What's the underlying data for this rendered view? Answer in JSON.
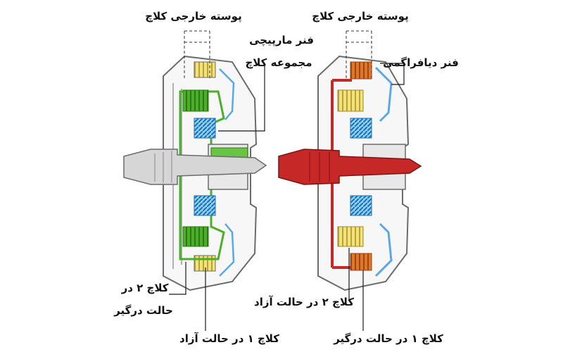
{
  "diagram": {
    "left_unit": {
      "outer_housing": "پوسته خارجی کلاچ",
      "coil_spring": "فنر مارپیچی",
      "clutch_assembly": "مجموعه کلاچ",
      "clutch2_line1": "کلاچ ۲ در",
      "clutch2_line2": "حالت درگیر",
      "clutch1": "کلاچ ۱ در حالت آزاد"
    },
    "right_unit": {
      "outer_housing": "پوسته خارجی کلاچ",
      "diaphragm_spring": "فنر دیافراگمی",
      "clutch2": "کلاچ ۲ در حالت آزاد",
      "clutch1": "کلاچ ۱ در حالت درگیر"
    },
    "colors": {
      "housing_outline": "#6b6b6b",
      "housing_fill": "#f7f7f7",
      "engaged_clutch_green": "#4caf2a",
      "coil_spring_blue": "#2f8fd8",
      "diaphragm_spring_blue": "#5aa9e6",
      "released_plates_yellow": "#f2e27a",
      "shaft_grey": "#c9c9c9",
      "drive_shaft_red": "#c62828",
      "engaged_plates_orange": "#e0762a",
      "leader_line": "#1a1a1a"
    }
  }
}
